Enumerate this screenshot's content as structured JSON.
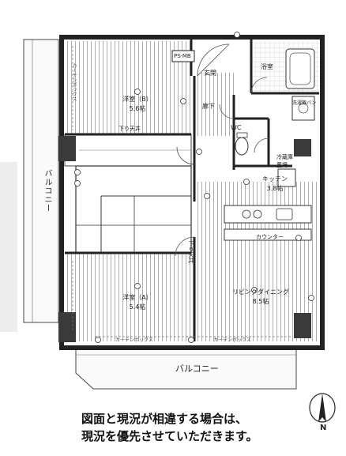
{
  "rooms": {
    "western_b": {
      "name": "洋室（B）",
      "size": "5.6帖"
    },
    "western_a": {
      "name": "洋室（A）",
      "size": "5.4帖"
    },
    "living": {
      "name": "リビングダイニング",
      "size": "8.5帖"
    },
    "kitchen": {
      "name": "キッチン",
      "size": "3.8帖"
    },
    "entrance": "玄関",
    "hallway": "廊下",
    "bath": "浴室",
    "wc": "WC",
    "fridge": "冷蔵庫\n置場",
    "ps": "PS·MB",
    "washer": "洗濯機パン"
  },
  "labels": {
    "balcony_side": "バルコニー",
    "balcony_bottom": "バルコニー",
    "counter": "カウンター",
    "curtain_box": "カーテンボックス",
    "ceiling_drop": "下り天井"
  },
  "note": {
    "line1": "図面と現況が相違する場合は、",
    "line2": "現況を優先させていただきます。"
  },
  "compass": {
    "label": "N"
  }
}
